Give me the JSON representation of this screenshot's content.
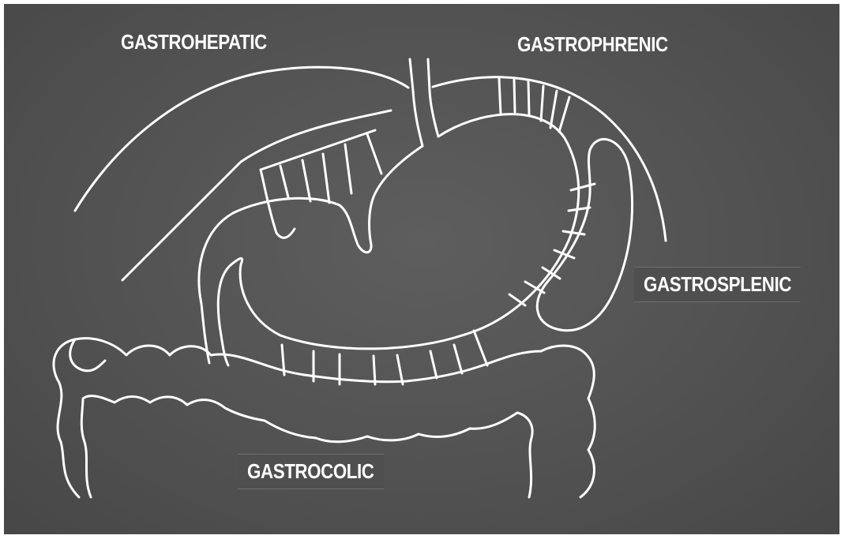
{
  "diagram": {
    "colors": {
      "background": "#555555",
      "stroke": "#ffffff",
      "label_text": "#ffffff"
    },
    "labels": {
      "gastrohepatic": "GASTROHEPATIC",
      "gastrophrenic": "GASTROPHRENIC",
      "gastrosplenic": "GASTROSPLENIC",
      "gastrocolic": "GASTROCOLIC"
    }
  }
}
